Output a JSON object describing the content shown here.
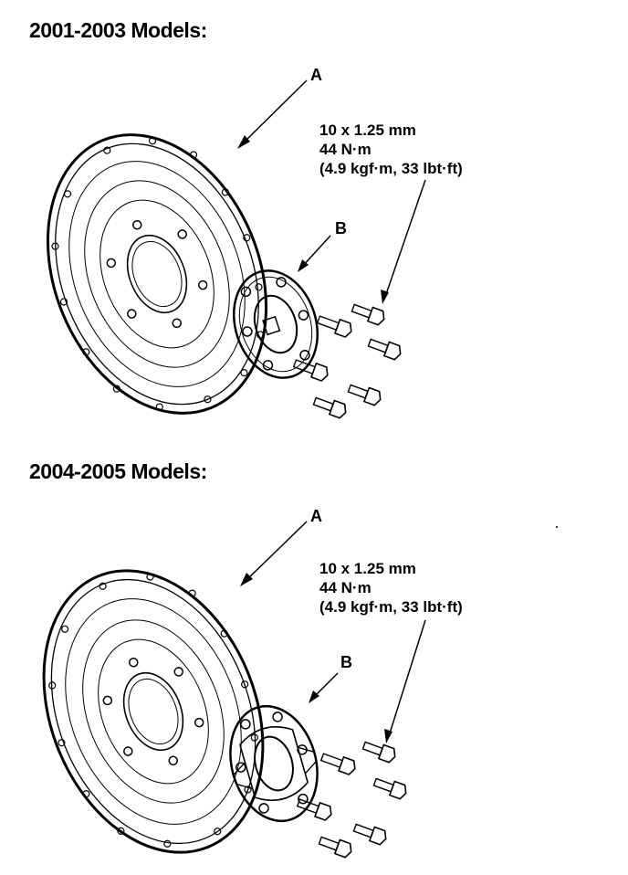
{
  "sections": [
    {
      "title": "2001-2003 Models:",
      "callout_flywheel": "A",
      "callout_plate": "B",
      "spec": [
        "10 x 1.25 mm",
        "44 N·m",
        "(4.9 kgf·m, 33 lbt·ft)"
      ]
    },
    {
      "title": "2004-2005 Models:",
      "callout_flywheel": "A",
      "callout_plate": "B",
      "spec": [
        "10 x 1.25 mm",
        "44 N·m",
        "(4.9 kgf·m, 33 lbt·ft)"
      ]
    }
  ]
}
